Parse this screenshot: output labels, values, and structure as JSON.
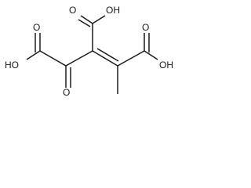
{
  "molecule": {
    "labels": {
      "oh_top": "OH",
      "o_top": "O",
      "o_top_left": "O",
      "ho_left": "HO",
      "o_ketone": "O",
      "o_right_upper": "O",
      "oh_right": "OH"
    }
  }
}
